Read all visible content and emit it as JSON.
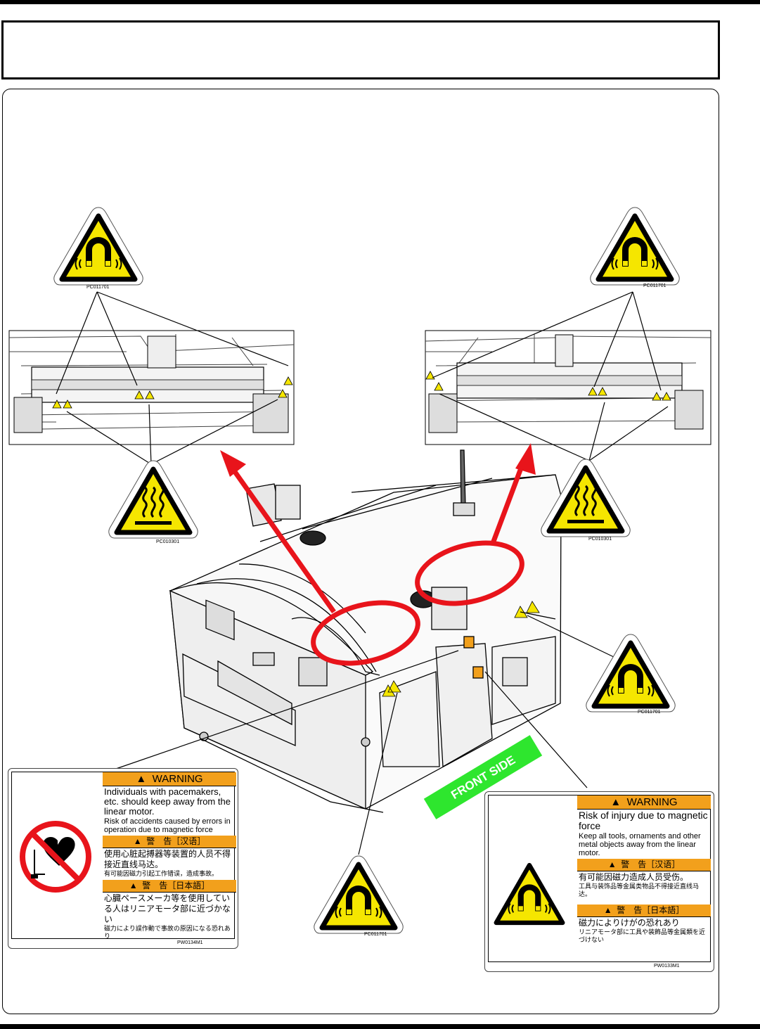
{
  "codes": {
    "magnet": "PC011701",
    "hot": "PC010301"
  },
  "icons": {
    "magnet": "magnetic-field-icon",
    "hot": "hot-surface-icon",
    "pacemaker": "no-pacemaker-icon",
    "alert": "exclamation-triangle-icon"
  },
  "colors": {
    "sign_yellow": "#f5e600",
    "warning_orange": "#f2a01c",
    "highlight_red": "#e8141b",
    "front_side_green": "#2ee62e"
  },
  "front_side": "FRONT SIDE",
  "label_left": {
    "title": "WARNING",
    "en_main": "Individuals with pacemakers, etc. should keep away from the linear motor.",
    "en_sub": "Risk of accidents caused by errors in operation due to magnetic force",
    "zh_title": "警　告［汉语］",
    "zh_main": "使用心脏起搏器等装置的人员不得接近直线马达。",
    "zh_sub": "有可能因磁力引起工作错误，造成事故。",
    "ja_title": "警　告［日本語］",
    "ja_main": "心臓ペースメーカ等を使用している人はリニアモータ部に近づかない",
    "ja_sub": "磁力により誤作動で事故の原因になる恐れあり",
    "code": "PW0134M1"
  },
  "label_right": {
    "title": "WARNING",
    "en_main": "Risk of injury due to magnetic force",
    "en_sub": "Keep all tools, ornaments and other metal objects away from the linear motor.",
    "zh_title": "警　告［汉语］",
    "zh_main": "有可能因磁力造成人员受伤。",
    "zh_sub": "工具与装饰品等金属类物品不得接近直线马达。",
    "ja_title": "警　告［日本語］",
    "ja_main": "磁力によりけがの恐れあり",
    "ja_sub": "リニアモータ部に工具や装飾品等金属類を近づけない",
    "code": "PW0133M1"
  }
}
